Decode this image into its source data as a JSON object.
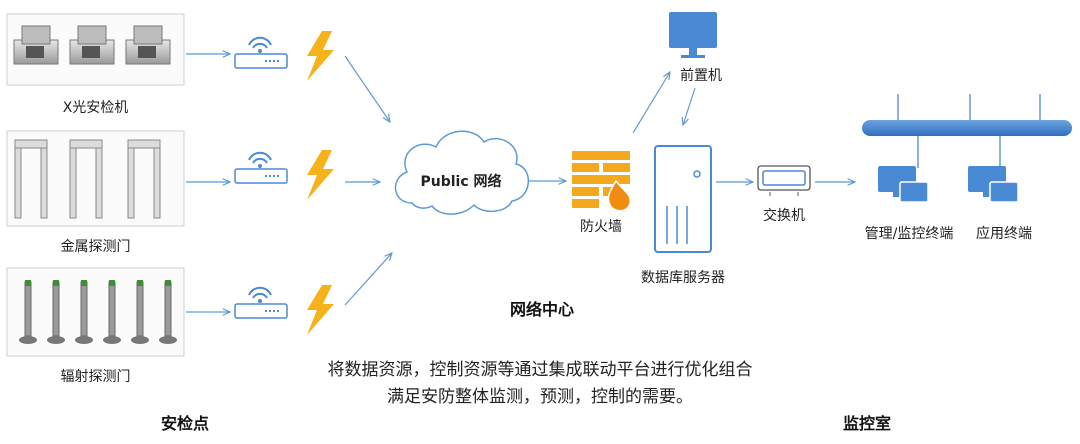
{
  "checkpoint": {
    "devices": [
      {
        "label": "X光安检机"
      },
      {
        "label": "金属探测门"
      },
      {
        "label": "辐射探测门"
      }
    ],
    "section_title": "安检点"
  },
  "network_center": {
    "cloud_label": "Public 网络",
    "firewall_label": "防火墙",
    "front_server_label": "前置机",
    "db_server_label": "数据库服务器",
    "section_title": "网络中心"
  },
  "monitor_room": {
    "switch_label": "交换机",
    "mgmt_terminal_label": "管理/监控终端",
    "app_terminal_label": "应用终端",
    "section_title": "监控室"
  },
  "caption": {
    "line1": "将数据资源，控制资源等通过集成联动平台进行优化组合",
    "line2": "满足安防整体监测，预测，控制的需要。"
  },
  "colors": {
    "accent_blue": "#4a8ad4",
    "bolt_orange": "#f5b21b",
    "firewall_orange": "#f4a81d",
    "arrow": "#5b9bd5"
  }
}
